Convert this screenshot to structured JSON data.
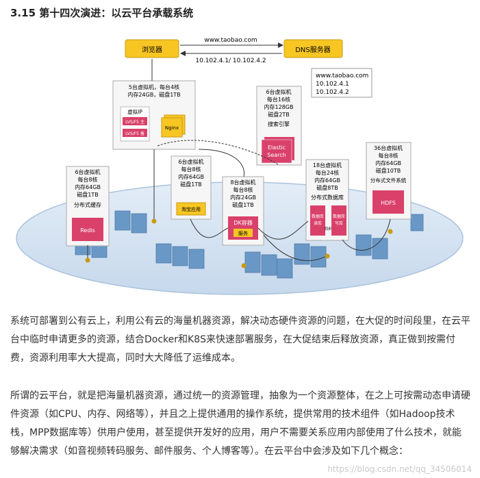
{
  "section_title": "3.15 第十四次演进：以云平台承载系统",
  "diagram": {
    "browser": "浏览器",
    "dns": "DNS服务器",
    "url_top": "www.taobao.com",
    "ips_between": "10.102.4.1/ 10.102.4.2",
    "dns_note": [
      "www.taobao.com",
      "10.102.4.1",
      "10.102.4.2"
    ],
    "vm_top": [
      "5台虚拟机，每台4核",
      "内存24GB，磁盘1TB"
    ],
    "virtual_ip": "虚拟IP",
    "lvs_main": "LVS/F5 主",
    "lvs_backup": "LVS/F5 备",
    "nginx": "Nginx",
    "vm_search": [
      "6台虚拟机",
      "每台16核",
      "内存128GB",
      "磁盘2TB"
    ],
    "search_engine": "搜索引擎",
    "elastic": [
      "Elastic",
      "Search"
    ],
    "vm_cache": [
      "6台虚拟机",
      "每台8核",
      "内存64GB",
      "磁盘1TB"
    ],
    "dist_cache": "分布式缓存",
    "redis": "Redis",
    "vm_app": [
      "6台虚拟机",
      "每台8核",
      "内存64GB",
      "磁盘1TB"
    ],
    "app_label": "淘宝应用",
    "vm_dk": [
      "8台虚拟机",
      "每台8核",
      "内存24GB",
      "磁盘1TB"
    ],
    "dk_container": "DK容器",
    "service": "服务",
    "vm_db": [
      "18台虚拟机",
      "每台24核",
      "内存64GB",
      "磁盘8TB"
    ],
    "dist_db": "分布式数据库",
    "db_read": [
      "数据库",
      "读库"
    ],
    "sync": "同步",
    "db_write": [
      "数据库",
      "写库"
    ],
    "vm_hdfs": [
      "36台虚拟机",
      "每台8核",
      "内存64GB",
      "磁盘10TB"
    ],
    "dist_fs": "分布式文件系统",
    "hdfs": "HDFS",
    "colors": {
      "yellow": "#f7c623",
      "pink": "#d9416a",
      "cloud": "#d5e3f2",
      "server": "#5f8fbf"
    }
  },
  "paragraph1": "系统可部署到公有云上，利用公有云的海量机器资源，解决动态硬件资源的问题，在大促的时间段里，在云平台中临时申请更多的资源，结合Docker和K8S来快速部署服务，在大促结束后释放资源，真正做到按需付费，资源利用率大大提高，同时大大降低了运维成本。",
  "paragraph2": "所谓的云平台，就是把海量机器资源，通过统一的资源管理，抽象为一个资源整体，在之上可按需动态申请硬件资源（如CPU、内存、网络等），并且之上提供通用的操作系统，提供常用的技术组件（如Hadoop技术栈，MPP数据库等）供用户使用，甚至提供开发好的应用，用户不需要关系应用内部使用了什么技术，就能够解决需求（如音视频转码服务、邮件服务、个人博客等）。在云平台中会涉及如下几个概念：",
  "watermark": "https://blog.csdn.net/qq_34506014"
}
